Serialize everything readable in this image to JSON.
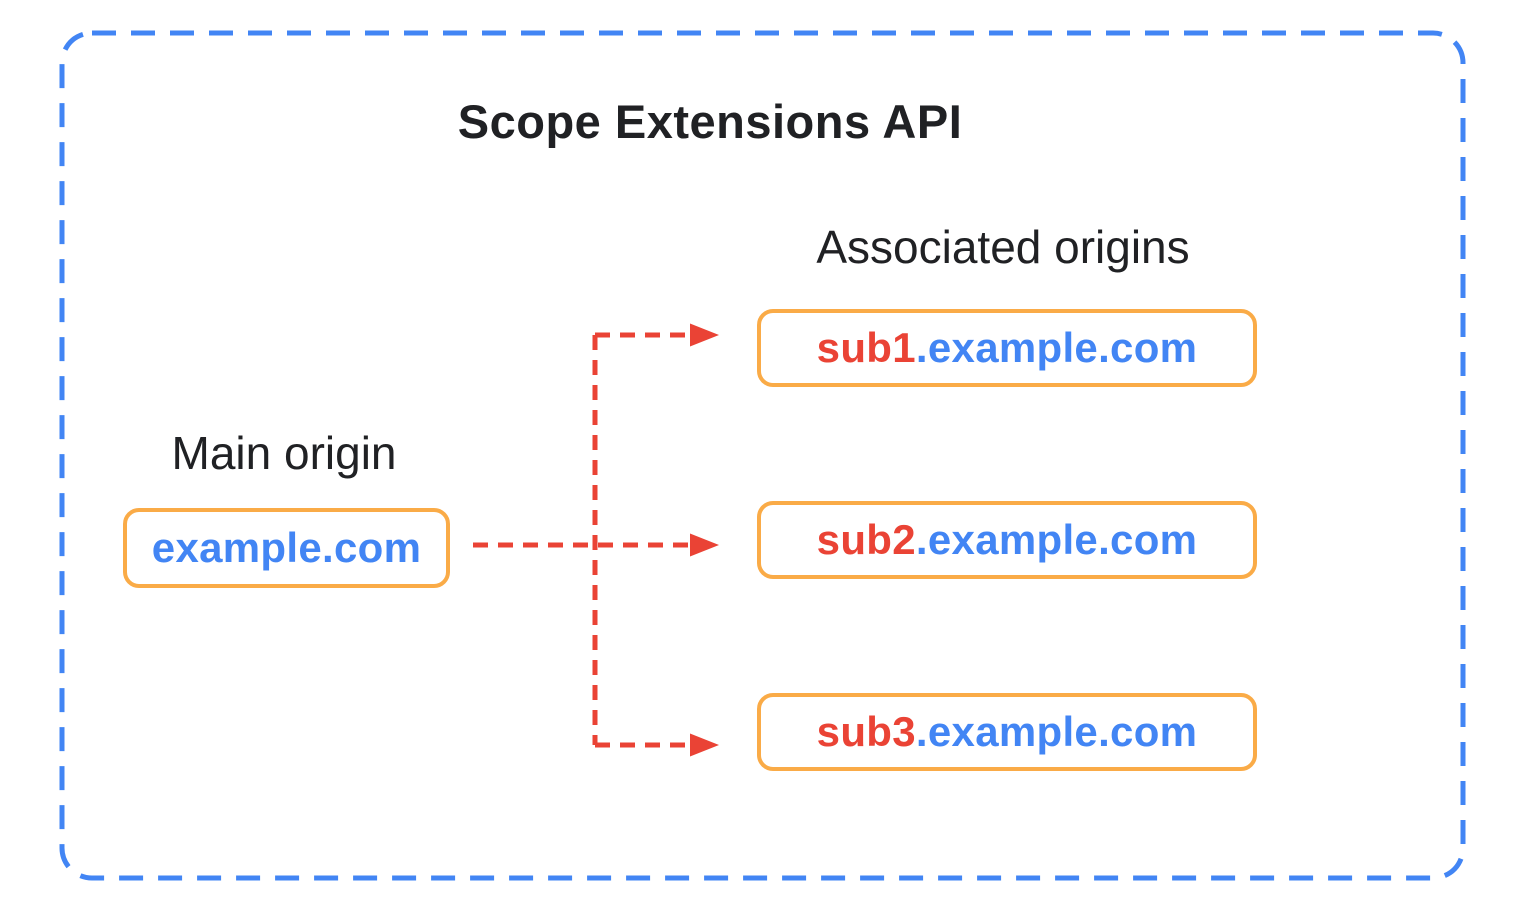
{
  "title": "Scope Extensions API",
  "main_origin": {
    "label": "Main origin",
    "domain": "example.com"
  },
  "associated_origins": {
    "label": "Associated origins",
    "items": [
      {
        "prefix": "sub1",
        "suffix": ".example.com"
      },
      {
        "prefix": "sub2",
        "suffix": ".example.com"
      },
      {
        "prefix": "sub3",
        "suffix": ".example.com"
      }
    ]
  },
  "colors": {
    "border_blue": "#4285F4",
    "domain_blue": "#4285F4",
    "subdomain_red": "#EA4335",
    "arrow_red": "#EA4335",
    "box_border_orange": "#FAAB47",
    "text_black": "#202124",
    "background": "#FFFFFF"
  }
}
